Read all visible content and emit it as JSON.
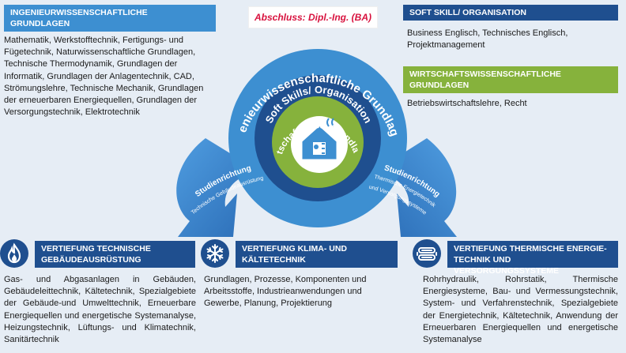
{
  "degree": "Abschluss: Dipl.-Ing. (BA)",
  "blocks": {
    "ingenieur": {
      "header_line1": "INGENIEURWISSENSCHAFTLICHE",
      "header_line2": "GRUNDLAGEN",
      "text": "Mathematik, Werkstofftechnik, Fertigungs- und Fügetechnik, Naturwissenschaftliche Grundlagen, Technische Thermodynamik, Grundlagen der Informatik, Grundlagen der Anlagentechnik, CAD, Strömungslehre, Technische Mechanik, Grundlagen der erneuerbaren Energiequellen, Grundlagen der Versorgungstechnik, Elektrotechnik"
    },
    "soft_skill": {
      "header": "SOFT SKILL/ ORGANISATION",
      "text": "Business Englisch, Technisches Englisch, Projektmanagement"
    },
    "wirtschaft": {
      "header_line1": "WIRTSCHAFTSWISSENSCHAFTLICHE",
      "header_line2": "GRUNDLAGEN",
      "text": "Betriebswirtschaftslehre, Recht"
    },
    "tga": {
      "header_line1": "VERTIEFUNG TECHNISCHE",
      "header_line2": "GEBÄUDEAUSRÜSTUNG",
      "text": "Gas- und Abgasanlagen in Gebäuden, Gebäudeleittechnik, Kältetechnik, Spezialgebiete der Gebäude-und Umwelttechnik, Erneuerbare Energiequellen und energetische Systemanalyse, Heizungstechnik, Lüftungs- und Klimatechnik, Sanitärtechnik",
      "icon": "flame-icon"
    },
    "klima": {
      "header_line1": "VERTIEFUNG KLIMA- UND",
      "header_line2": "KÄLTETECHNIK",
      "text": "Grundlagen, Prozesse, Komponenten und Arbeitsstoffe, Industrieanwendungen und Gewerbe, Planung, Projektierung",
      "icon": "snowflake-icon"
    },
    "thermisch": {
      "header_line1": "VERTIEFUNG THERMISCHE ENERGIE-",
      "header_line2": "TECHNIK UND VERSORGUNGSSYSTEME",
      "text": "Rohrhydraulik, Rohrstatik, Thermische Energiesysteme, Bau- und Vermessungstechnik, System- und Verfahrenstechnik, Spezialgebiete der Energietechnik, Kältetechnik, Anwendung der Erneuerbaren Energiequellen und energetische Systemanalyse",
      "icon": "pipe-heat-icon"
    }
  },
  "diagram": {
    "ring_outer": "Ingenieurwissenschaftliche Grundlagen",
    "ring_middle": "Soft Skills/ Organisation",
    "ring_inner": "Wirtschaftswiss. Grundlagen",
    "left_arrow_title": "Studienrichtung",
    "left_arrow_sub": "Technische Gebäudeausrüstung",
    "right_arrow_title": "Studienrichtung",
    "right_arrow_sub1": "Thermische Energietechnik",
    "right_arrow_sub2": "und Versorgungssysteme",
    "center_icon": "house-heating-icon"
  },
  "colors": {
    "light_blue": "#3d8fd1",
    "dark_blue": "#1f4f8f",
    "green": "#86b23c",
    "accent_red": "#d8123e",
    "background": "#e6edf5"
  }
}
